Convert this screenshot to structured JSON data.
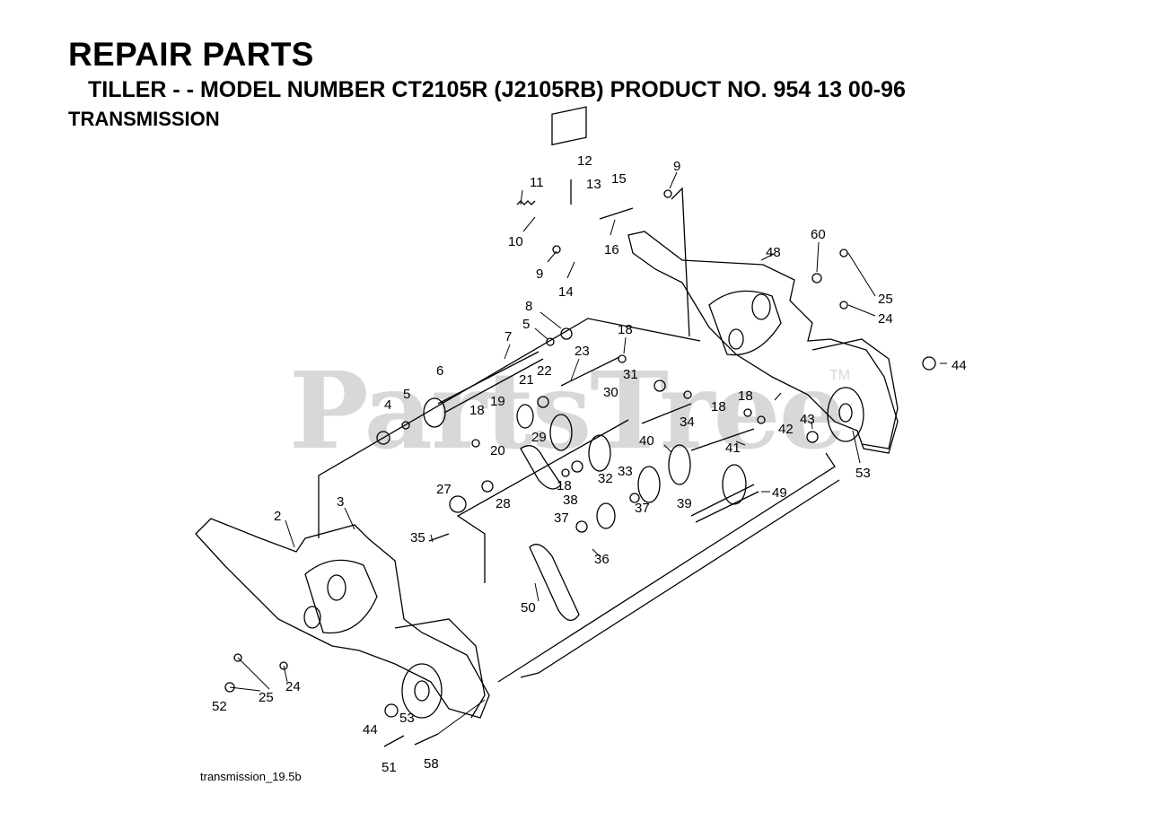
{
  "header": {
    "title": "REPAIR PARTS",
    "subtitle": "TILLER - - MODEL NUMBER CT2105R (J2105RB) PRODUCT NO. 954 13 00-96",
    "section": "TRANSMISSION"
  },
  "footer": {
    "filename": "transmission_19.5b"
  },
  "watermark": {
    "text": "PartsTree",
    "tm": "TM"
  },
  "callouts": [
    {
      "n": "12"
    },
    {
      "n": "11"
    },
    {
      "n": "13"
    },
    {
      "n": "15"
    },
    {
      "n": "9"
    },
    {
      "n": "10"
    },
    {
      "n": "16"
    },
    {
      "n": "9"
    },
    {
      "n": "14"
    },
    {
      "n": "48"
    },
    {
      "n": "60"
    },
    {
      "n": "25"
    },
    {
      "n": "24"
    },
    {
      "n": "8"
    },
    {
      "n": "5"
    },
    {
      "n": "18"
    },
    {
      "n": "7"
    },
    {
      "n": "23"
    },
    {
      "n": "6"
    },
    {
      "n": "21"
    },
    {
      "n": "22"
    },
    {
      "n": "31"
    },
    {
      "n": "30"
    },
    {
      "n": "44"
    },
    {
      "n": "4"
    },
    {
      "n": "5"
    },
    {
      "n": "18"
    },
    {
      "n": "19"
    },
    {
      "n": "18"
    },
    {
      "n": "18"
    },
    {
      "n": "34"
    },
    {
      "n": "42"
    },
    {
      "n": "43"
    },
    {
      "n": "20"
    },
    {
      "n": "29"
    },
    {
      "n": "40"
    },
    {
      "n": "41"
    },
    {
      "n": "32"
    },
    {
      "n": "33"
    },
    {
      "n": "18"
    },
    {
      "n": "53"
    },
    {
      "n": "27"
    },
    {
      "n": "28"
    },
    {
      "n": "38"
    },
    {
      "n": "37"
    },
    {
      "n": "39"
    },
    {
      "n": "49"
    },
    {
      "n": "2"
    },
    {
      "n": "3"
    },
    {
      "n": "37"
    },
    {
      "n": "35"
    },
    {
      "n": "36"
    },
    {
      "n": "50"
    },
    {
      "n": "52"
    },
    {
      "n": "25"
    },
    {
      "n": "24"
    },
    {
      "n": "44"
    },
    {
      "n": "53"
    },
    {
      "n": "51"
    },
    {
      "n": "58"
    }
  ]
}
